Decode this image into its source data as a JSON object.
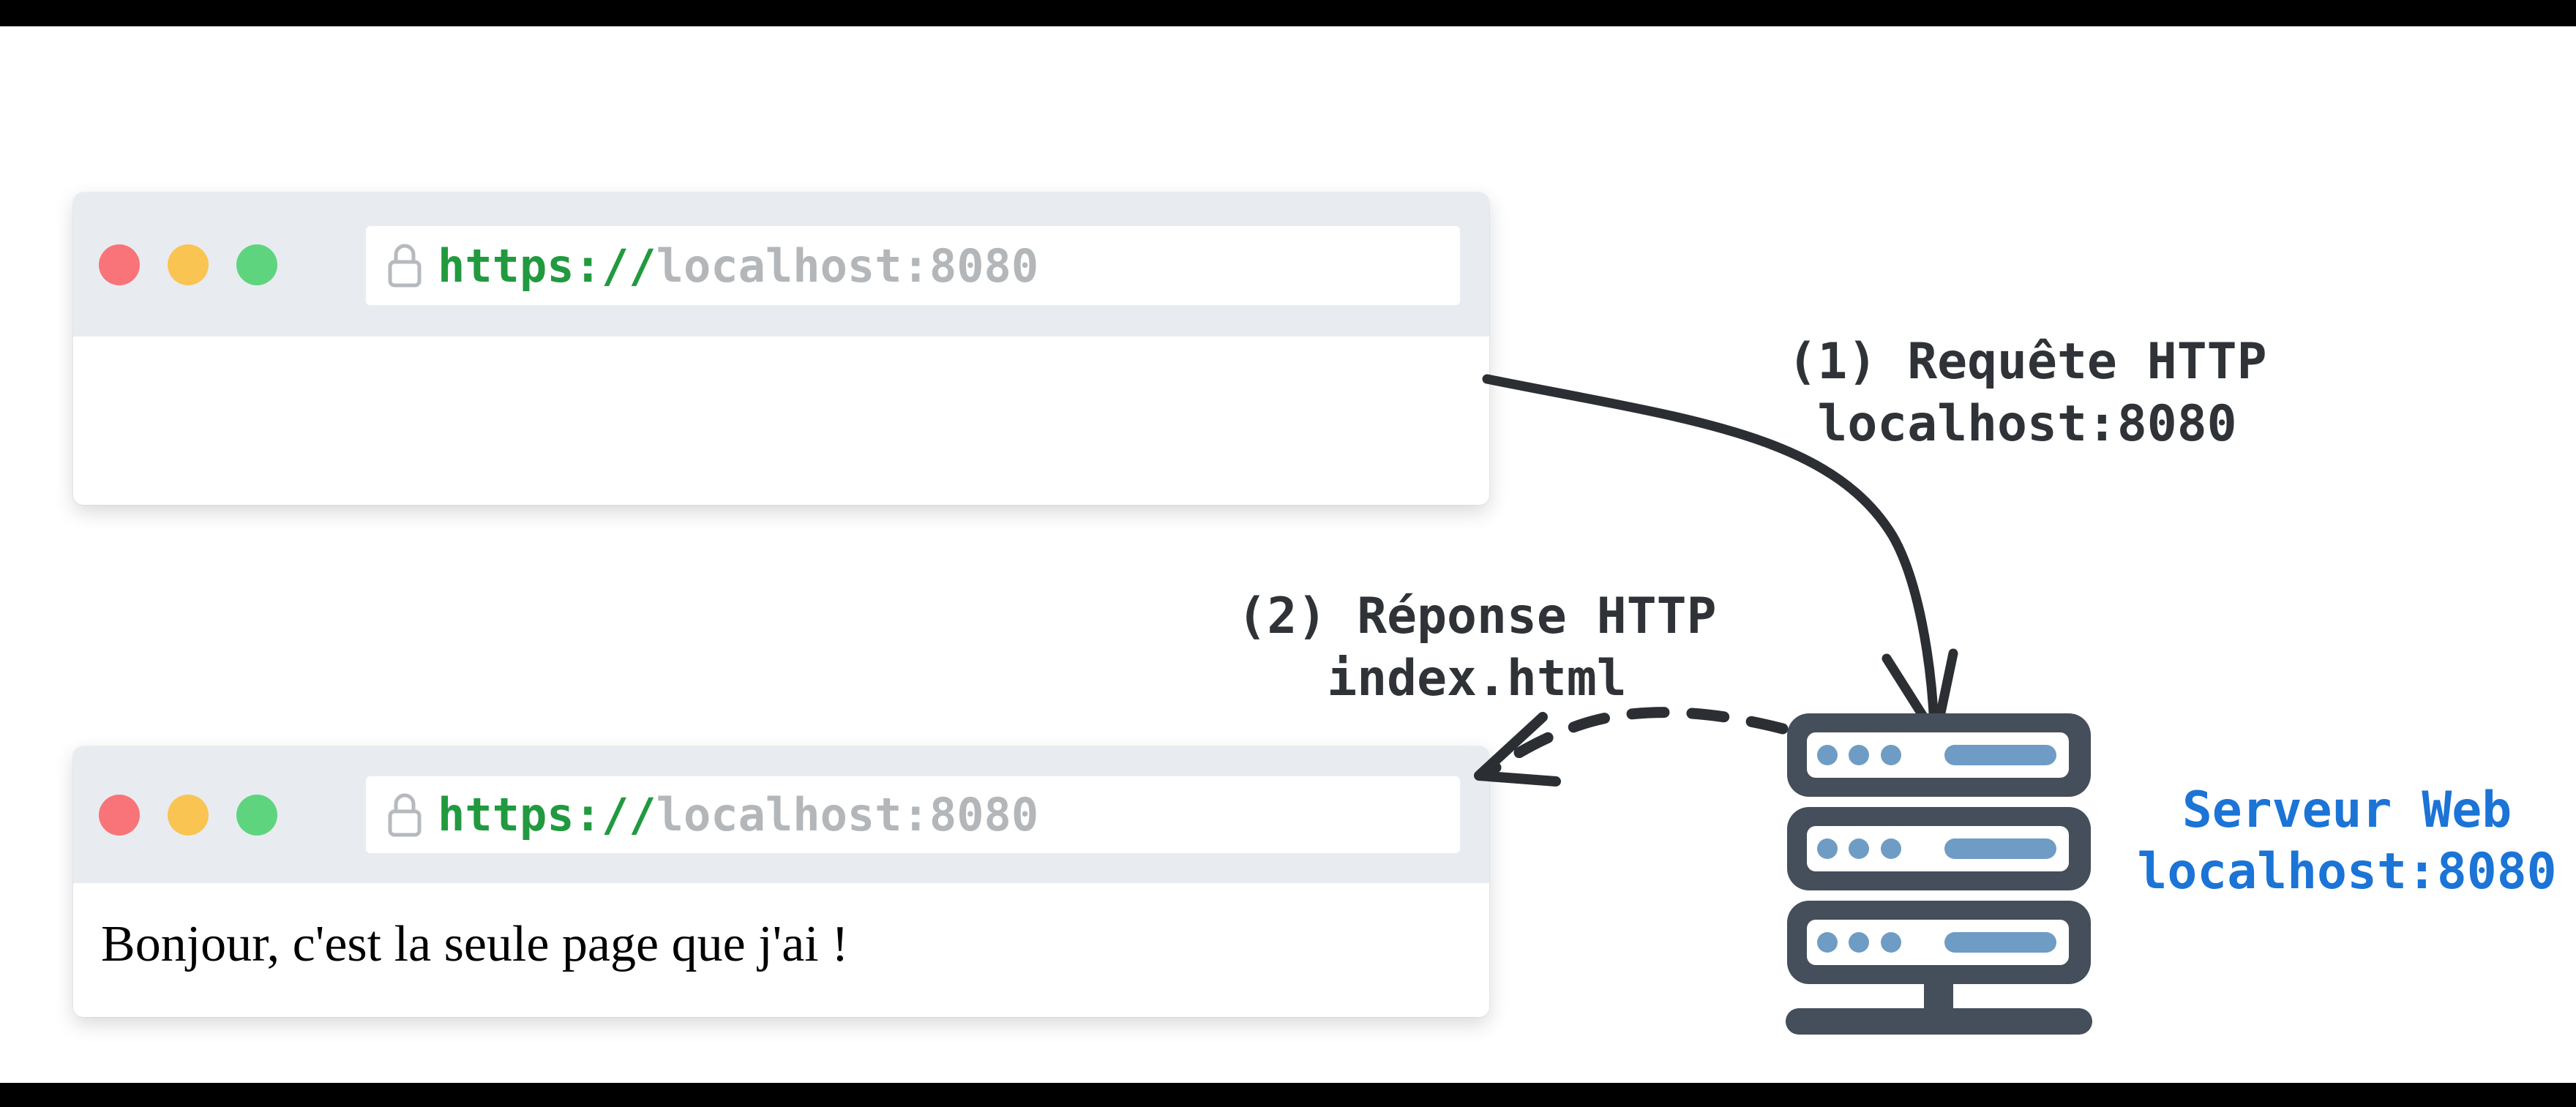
{
  "colors": {
    "background": "#ffffff",
    "edge_bar": "#000000",
    "window_header": "#e8ecf0",
    "traffic_red": "#f87478",
    "traffic_yellow": "#f9c452",
    "traffic_green": "#5ed47f",
    "url_scheme_green": "#219a3f",
    "url_host_gray": "#b3b7ba",
    "lock_gray": "#b6babf",
    "arrow_dark": "#2b2f33",
    "label_dark": "#2f3337",
    "server_body": "#454e5b",
    "server_accent": "#6f9cc4",
    "server_label_blue": "#1b74d6",
    "page_text": "#000000"
  },
  "browser_window_1": {
    "url_scheme": "https://",
    "url_host": "localhost:8080",
    "content": ""
  },
  "browser_window_2": {
    "url_scheme": "https://",
    "url_host": "localhost:8080",
    "content": "Bonjour, c'est la seule page que j'ai !"
  },
  "request_arrow": {
    "style": "solid",
    "label_line1": "(1) Requête HTTP",
    "label_line2": "localhost:8080"
  },
  "response_arrow": {
    "style": "dashed",
    "label_line1": "(2) Réponse HTTP",
    "label_line2": "index.html"
  },
  "server": {
    "rack_count": 3,
    "label_line1": "Serveur Web",
    "label_line2": "localhost:8080"
  }
}
